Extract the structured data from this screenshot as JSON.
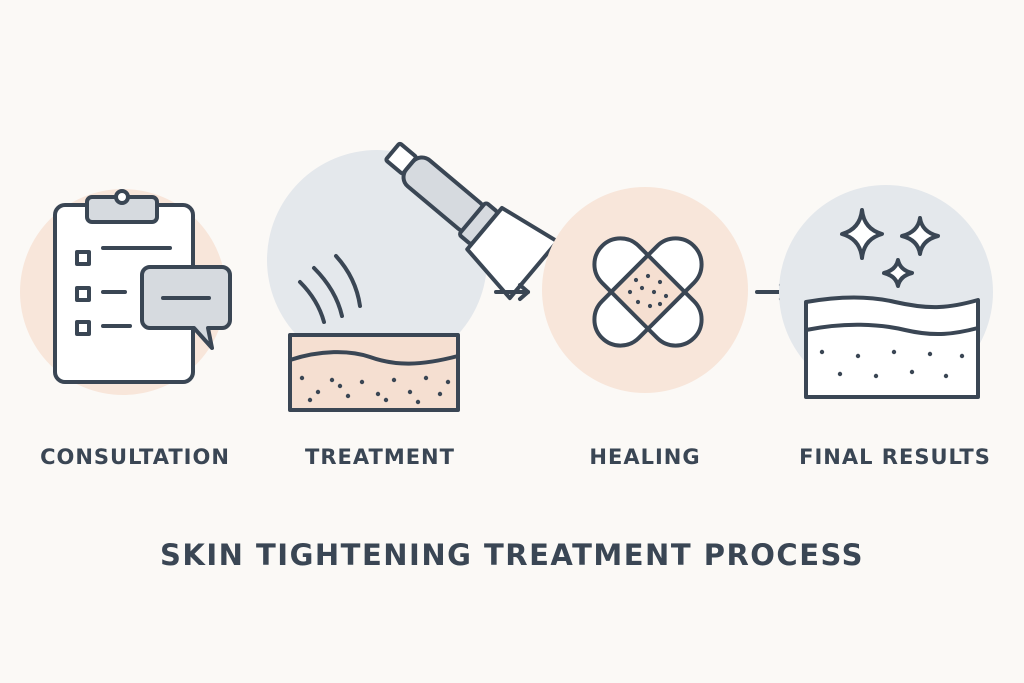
{
  "title": "SKIN TIGHTENING TREATMENT PROCESS",
  "steps": [
    {
      "label": "CONSULTATION",
      "icon": "clipboard-chat-icon"
    },
    {
      "label": "TREATMENT",
      "icon": "device-on-skin-icon"
    },
    {
      "label": "HEALING",
      "icon": "bandage-icon"
    },
    {
      "label": "FINAL RESULTS",
      "icon": "smooth-skin-sparkles-icon"
    }
  ],
  "colors": {
    "background": "#fbf9f6",
    "stroke": "#3a4654",
    "peach_circle": "#f8e6da",
    "blue_circle": "#e4e8ec",
    "icon_fill": "#ffffff",
    "device_fill": "#d6dadf",
    "skin_fill": "#f5dfd1"
  }
}
